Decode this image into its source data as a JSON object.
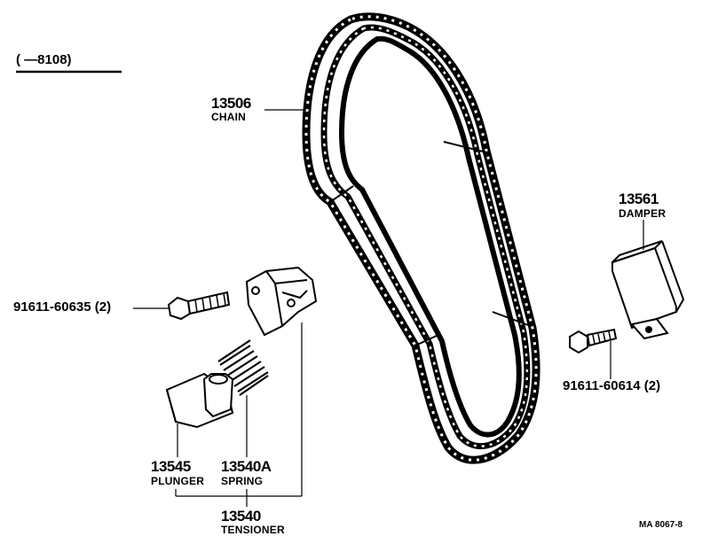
{
  "header": {
    "date_range": "(      —8108)"
  },
  "parts": {
    "chain": {
      "number": "13506",
      "name": "CHAIN"
    },
    "damper": {
      "number": "13561",
      "name": "DAMPER"
    },
    "bolt_left": {
      "number": "91611-60635 (2)"
    },
    "bolt_right": {
      "number": "91611-60614 (2)"
    },
    "plunger": {
      "number": "13545",
      "name": "PLUNGER"
    },
    "spring": {
      "number": "13540A",
      "name": "SPRING"
    },
    "tensioner": {
      "number": "13540",
      "name": "TENSIONER"
    }
  },
  "footer": {
    "ref_code": "MA  8067-8"
  }
}
